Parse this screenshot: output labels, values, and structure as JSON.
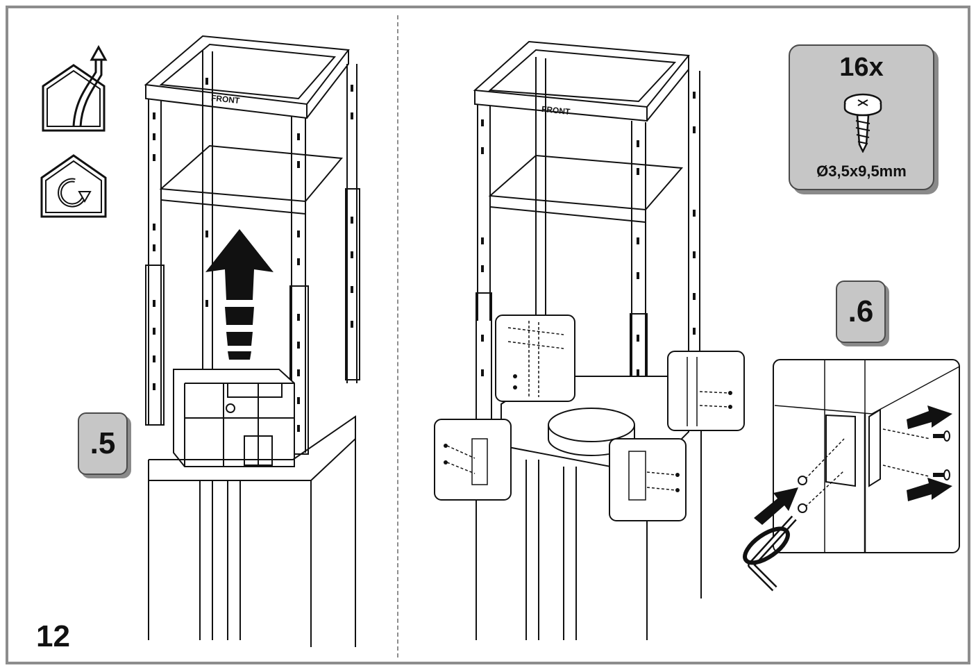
{
  "step_5": {
    "label": ".5"
  },
  "step_6": {
    "label": ".6"
  },
  "screws": {
    "quantity": "16x",
    "size": "Ø3,5x9,5mm"
  },
  "frame_label": "FRONT",
  "page_number": "12",
  "icons": [
    "duct-out-icon",
    "recirculation-icon",
    "up-arrow-icon",
    "screw-icon",
    "hex-key-icon"
  ],
  "colors": {
    "frame": "#8d8d8d",
    "badge": "#c6c6c6",
    "line": "#111111"
  }
}
